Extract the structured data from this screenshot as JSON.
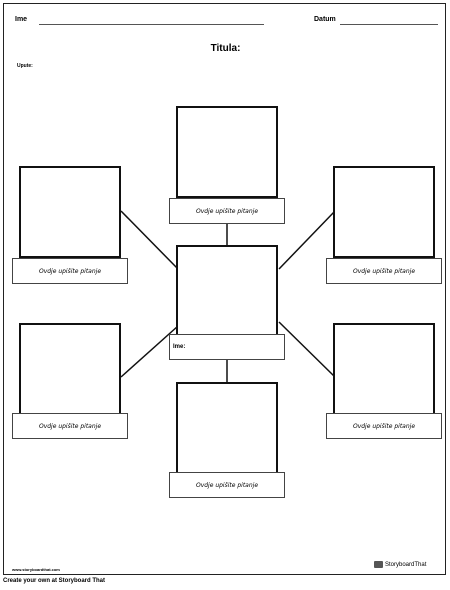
{
  "header": {
    "name_label": "Ime",
    "date_label": "Datum"
  },
  "title": "Titula:",
  "instructions_label": "Upute:",
  "center": {
    "name_label": "Ime:"
  },
  "questions": {
    "top": "Ovdje upišite pitanje",
    "left_upper": "Ovdje upišite pitanje",
    "right_upper": "Ovdje upišite pitanje",
    "left_lower": "Ovdje upišite pitanje",
    "right_lower": "Ovdje upišite pitanje",
    "bottom": "Ovdje upišite pitanje"
  },
  "watermark": {
    "site": "www.storyboardthat.com",
    "brand": "StoryboardThat"
  },
  "footer": {
    "link_text": "Create your own at Storyboard That"
  },
  "icons": {
    "brand_logo": "storyboard-logo-icon"
  }
}
